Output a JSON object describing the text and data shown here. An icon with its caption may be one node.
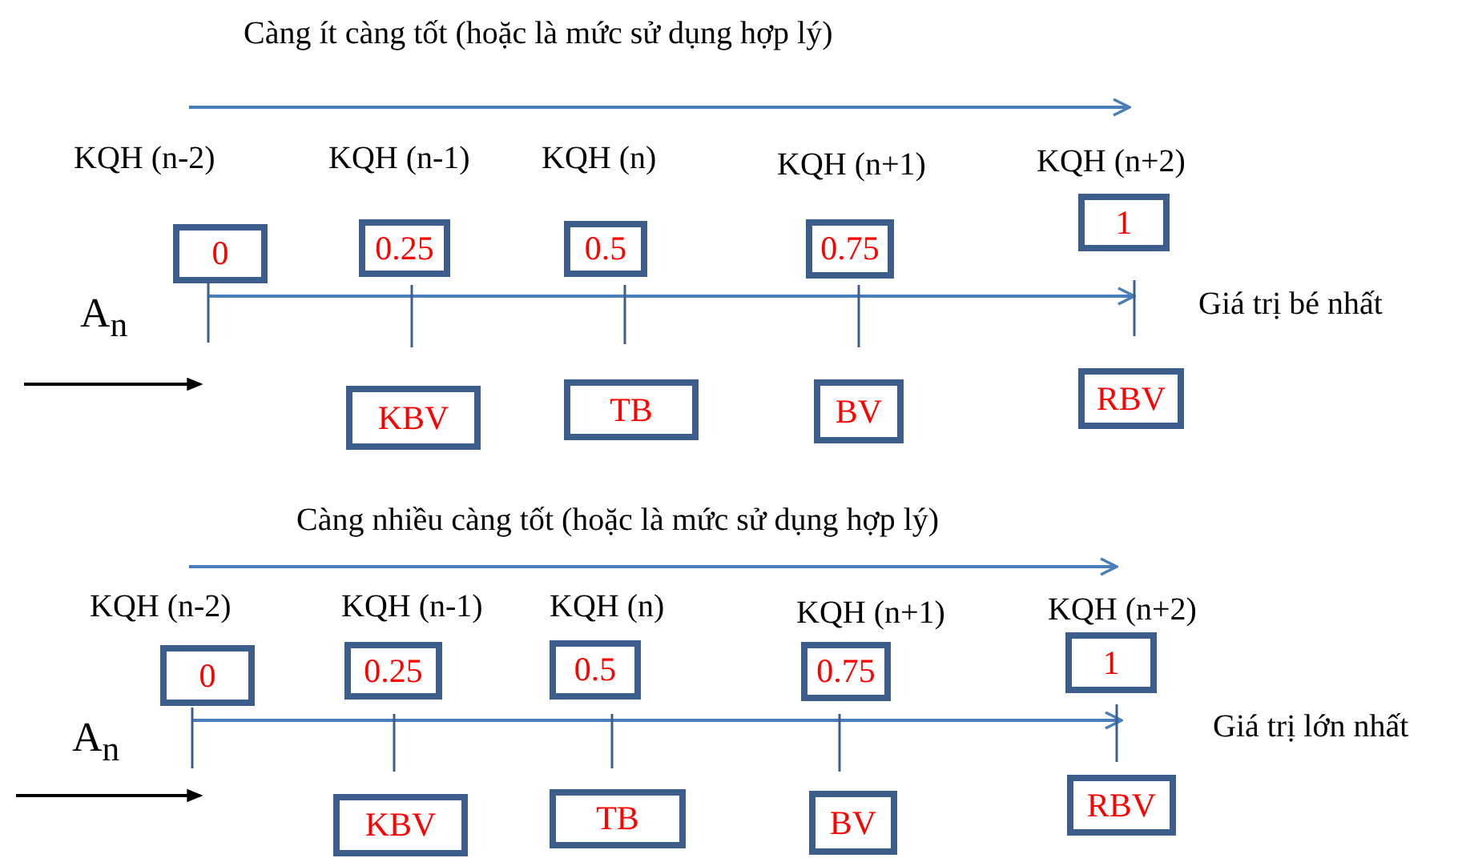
{
  "diagram": {
    "nodes": [
      {
        "text": [
          "0"
        ]
      },
      {
        "text": [
          "0.25"
        ]
      },
      {
        "text": [
          "0.5"
        ]
      },
      {
        "text": [
          "0.75"
        ]
      },
      {
        "text": [
          "1"
        ]
      },
      {
        "text": [
          "KBV"
        ]
      },
      {
        "text": [
          "TB"
        ]
      },
      {
        "text": [
          "BV"
        ]
      },
      {
        "text": [
          "RBV"
        ]
      },
      {
        "text": [
          "0"
        ]
      },
      {
        "text": [
          "0.25"
        ]
      },
      {
        "text": [
          "0.5"
        ]
      },
      {
        "text": [
          "0.75"
        ]
      },
      {
        "text": [
          "1"
        ]
      },
      {
        "text": [
          "KBV"
        ]
      },
      {
        "text": [
          "TB"
        ]
      },
      {
        "text": [
          "BV"
        ]
      },
      {
        "text": [
          "RBV"
        ]
      }
    ],
    "labels": [
      "Càng ít càng tốt (hoặc là mức sử dụng hợp lý)",
      "KQH (n-2)",
      "KQH (n-1)",
      "KQH (n)",
      "KQH (n+1)",
      "KQH (n+2)",
      "A$_{n}$",
      "Giá trị bé nhất",
      "Càng nhiều càng tốt (hoặc là mức sử dụng hợp lý)",
      "KQH (n-2)",
      "KQH (n-1)",
      "KQH (n)",
      "KQH (n+1)",
      "KQH (n+2)",
      "A$_{n}$",
      "Giá trị lớn nhất"
    ]
  }
}
